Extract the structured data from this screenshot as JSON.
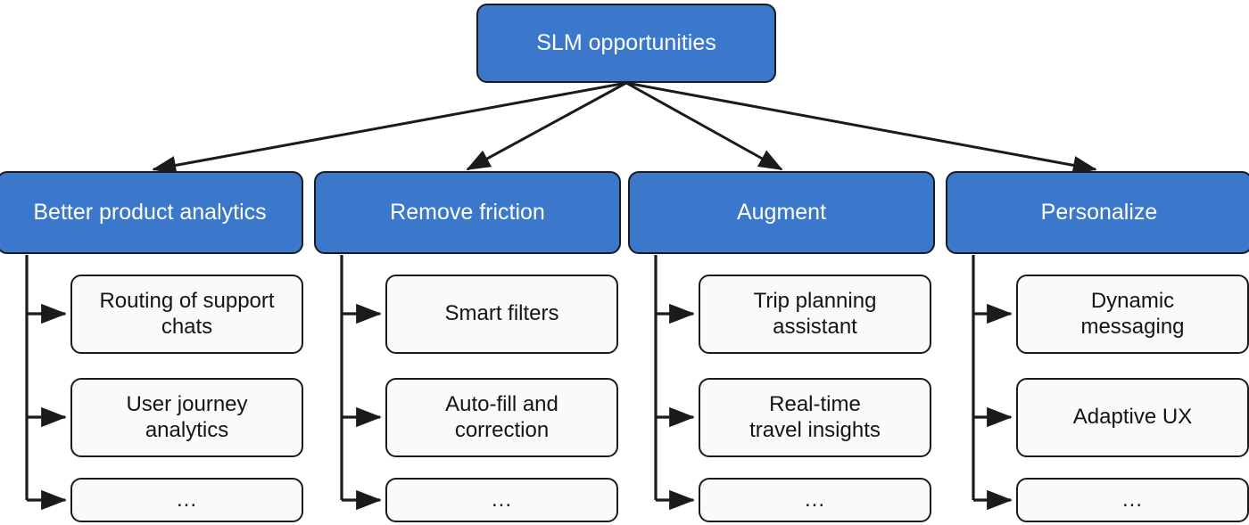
{
  "diagram": {
    "type": "tree",
    "title": "SLM opportunities",
    "colors": {
      "node_blue": "#3b78cc",
      "node_blue_text": "#ffffff",
      "leaf_fill": "#fafaf8",
      "leaf_text": "#141414",
      "stroke": "#1b1b1b",
      "background": "#ffffff"
    },
    "root": {
      "label": "SLM opportunities"
    },
    "categories": [
      {
        "label": "Better product analytics",
        "children": [
          {
            "label": "Routing of support\nchats"
          },
          {
            "label": "User journey\nanalytics"
          },
          {
            "label": "..."
          }
        ]
      },
      {
        "label": "Remove friction",
        "children": [
          {
            "label": "Smart filters"
          },
          {
            "label": "Auto-fill and\ncorrection"
          },
          {
            "label": "..."
          }
        ]
      },
      {
        "label": "Augment",
        "children": [
          {
            "label": "Trip planning\nassistant"
          },
          {
            "label": "Real-time\ntravel insights"
          },
          {
            "label": "..."
          }
        ]
      },
      {
        "label": "Personalize",
        "children": [
          {
            "label": "Dynamic\nmessaging"
          },
          {
            "label": "Adaptive UX"
          },
          {
            "label": "..."
          }
        ]
      }
    ]
  }
}
